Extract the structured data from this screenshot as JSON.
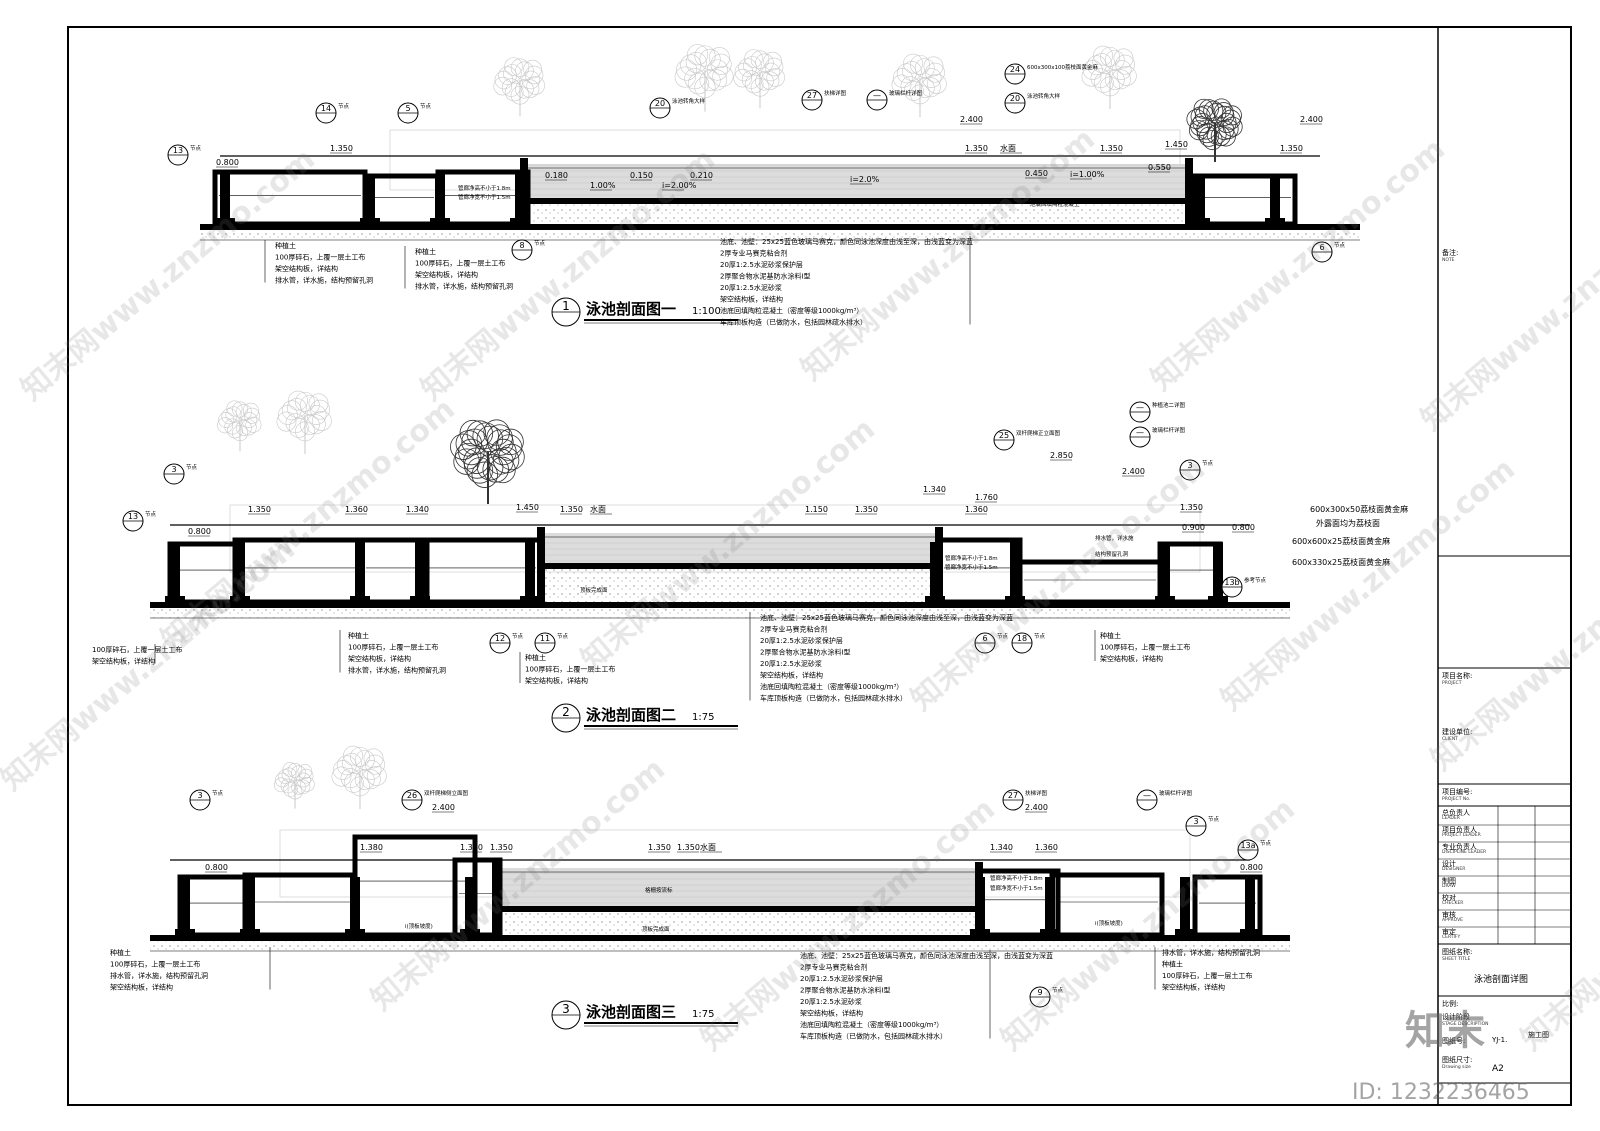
{
  "colors": {
    "ink": "#000000",
    "water": "#d9d9d9",
    "hatch": "#9a9a9a",
    "watermark": "#b0b0b0"
  },
  "sections": [
    {
      "num": "1",
      "title": "泳池剖面图一",
      "scale": "1:100",
      "dims": [
        "0.800",
        "1.350",
        "0.180",
        "1.00%",
        "0.150",
        "i=2.00%",
        "0.210",
        "i=2.0%",
        "1.350",
        "水面",
        "i=1.00%",
        "1.350",
        "2.400",
        "0.450",
        "0.550",
        "1.450",
        "1.350",
        "2.400"
      ],
      "bubbles": [
        {
          "n": "13",
          "s": "节点"
        },
        {
          "n": "14",
          "s": "节点"
        },
        {
          "n": "5",
          "s": "节点"
        },
        {
          "n": "20",
          "s": "泳池转角大样"
        },
        {
          "n": "27",
          "s": "扶梯详图"
        },
        {
          "n": "—",
          "s": "玻璃栏杆详图"
        },
        {
          "n": "24",
          "s": "600x300x100荔枝面黄金麻"
        },
        {
          "n": "20",
          "s": "泳池转角大样"
        },
        {
          "n": "8",
          "s": "节点"
        },
        {
          "n": "6",
          "s": "节点"
        }
      ],
      "small": [
        "管廊净高不小于1.8m",
        "管廊净宽不小于1.5m",
        "池底回填陶粒混凝土"
      ],
      "notes_left": [
        "种植土",
        "100厚碎石，上覆一层土工布",
        "架空结构板，详结构",
        "排水管，详水施，结构预留孔洞"
      ],
      "notes_mid": [
        "种植土",
        "100厚碎石，上覆一层土工布",
        "架空结构板，详结构",
        "排水管，详水施，结构预留孔洞"
      ],
      "notes_main": [
        "池底、池壁：25x25蓝色玻璃马赛克，颜色同泳池深度由浅至深，由浅蓝变为深蓝",
        "2厚专业马赛克粘合剂",
        "20厚1:2.5水泥砂浆保护层",
        "2厚聚合物水泥基防水涂料I型",
        "20厚1:2.5水泥砂浆",
        "架空结构板，详结构",
        "池底回填陶粒混凝土（密度等级1000kg/m³）",
        "车库顶板构造（已做防水，包括园林疏水排水）"
      ]
    },
    {
      "num": "2",
      "title": "泳池剖面图二",
      "scale": "1:75",
      "dims": [
        "0.800",
        "1.350",
        "1.360",
        "1.340",
        "1.450",
        "1.350",
        "水面",
        "1.150",
        "1.350",
        "1.340",
        "1.760",
        "1.360",
        "2.850",
        "2.400",
        "1.350",
        "0.900",
        "0.800"
      ],
      "bubbles": [
        {
          "n": "3",
          "s": "节点"
        },
        {
          "n": "13",
          "s": "节点"
        },
        {
          "n": "25",
          "s": "双杆爬梯正立面图"
        },
        {
          "n": "—",
          "s": "种植池二详图"
        },
        {
          "n": "—",
          "s": "玻璃栏杆详图"
        },
        {
          "n": "3",
          "s": "节点"
        },
        {
          "n": "12",
          "s": "节点"
        },
        {
          "n": "11",
          "s": "节点"
        },
        {
          "n": "6",
          "s": "节点"
        },
        {
          "n": "18",
          "s": "节点"
        },
        {
          "n": "13b",
          "s": "参考节点"
        }
      ],
      "small": [
        "管廊净高不小于1.8m",
        "管廊净宽不小于1.5m",
        "顶板完成面",
        "排水管，详水施",
        "结构预留孔洞"
      ],
      "right_labels": [
        "600x300x50荔枝面黄金麻",
        "外露面均为荔枝面",
        "600x600x25荔枝面黄金麻",
        "600x330x25荔枝面黄金麻"
      ],
      "notes_left": [
        "100厚碎石，上覆一层土工布",
        "架空结构板，详结构"
      ],
      "notes_mid": [
        "种植土",
        "100厚碎石，上覆一层土工布",
        "架空结构板，详结构",
        "排水管，详水施，结构预留孔洞"
      ],
      "notes_mid2": [
        "种植土",
        "100厚碎石，上覆一层土工布",
        "架空结构板，详结构"
      ],
      "notes_right": [
        "种植土",
        "100厚碎石，上覆一层土工布",
        "架空结构板，详结构"
      ],
      "notes_main": [
        "池底、池壁：25x25蓝色玻璃马赛克，颜色同泳池深度由浅至深，由浅蓝变为深蓝",
        "2厚专业马赛克粘合剂",
        "20厚1:2.5水泥砂浆保护层",
        "2厚聚合物水泥基防水涂料I型",
        "20厚1:2.5水泥砂浆",
        "架空结构板，详结构",
        "池底回填陶粒混凝土（密度等级1000kg/m³）",
        "车库顶板构造（已做防水，包括园林疏水排水）"
      ]
    },
    {
      "num": "3",
      "title": "泳池剖面图三",
      "scale": "1:75",
      "dims": [
        "0.800",
        "1.380",
        "2.400",
        "1.340",
        "1.350",
        "1.350",
        "1.350",
        "水面",
        "2.400",
        "1.340",
        "1.360",
        "0.800"
      ],
      "bubbles": [
        {
          "n": "3",
          "s": "节点"
        },
        {
          "n": "26",
          "s": "双杆爬梯侧立面图"
        },
        {
          "n": "27",
          "s": "扶梯详图"
        },
        {
          "n": "—",
          "s": "玻璃栏杆详图"
        },
        {
          "n": "3",
          "s": "节点"
        },
        {
          "n": "13a",
          "s": "节点"
        },
        {
          "n": "9",
          "s": "节点"
        }
      ],
      "small": [
        "管廊净高不小于1.8m",
        "管廊净宽不小于1.5m",
        "顶板完成面",
        "i(顶板坡度)",
        "格栅按流标",
        "i(顶板坡度)"
      ],
      "notes_left": [
        "种植土",
        "100厚碎石，上覆一层土工布",
        "排水管，详水施，结构预留孔洞",
        "架空结构板，详结构"
      ],
      "notes_right": [
        "排水管，详水施，结构预留孔洞",
        "种植土",
        "100厚碎石，上覆一层土工布",
        "架空结构板，详结构"
      ],
      "notes_main": [
        "池底、池壁：25x25蓝色玻璃马赛克，颜色同泳池深度由浅至深，由浅蓝变为深蓝",
        "2厚专业马赛克粘合剂",
        "20厚1:2.5水泥砂浆保护层",
        "2厚聚合物水泥基防水涂料I型",
        "20厚1:2.5水泥砂浆",
        "架空结构板，详结构",
        "池底回填陶粒混凝土（密度等级1000kg/m³）",
        "车库顶板构造（已做防水，包括园林疏水排水）"
      ]
    }
  ],
  "titleblock": {
    "note_label": "备注:",
    "note_sub": "NOTE",
    "project_label": "项目名称:",
    "project_sub": "PROJECT",
    "client_label": "建设单位:",
    "client_sub": "CLIENT",
    "projno_label": "项目编号:",
    "projno_sub": "PROJECT No.",
    "roles": [
      {
        "cn": "总负责人",
        "en": "LEADER"
      },
      {
        "cn": "项目负责人",
        "en": "PROJECT LEADER"
      },
      {
        "cn": "专业负责人",
        "en": "DISCIPLINE LEADER"
      },
      {
        "cn": "设计",
        "en": "DESIGNER"
      },
      {
        "cn": "制图",
        "en": "DRAW"
      },
      {
        "cn": "校对",
        "en": "CHECKER"
      },
      {
        "cn": "审核",
        "en": "APPROVE"
      },
      {
        "cn": "审定",
        "en": "CERTIFY"
      }
    ],
    "sheet_label": "图纸名称:",
    "sheet_sub": "SHEET TITLE",
    "sheet_title": "泳池剖面详图",
    "scale_label": "比例:",
    "stage_label": "设计阶段",
    "stage_sub": "STAGE DESCRIPTION",
    "stage": "施工图",
    "drawing_no_label": "图纸号:",
    "drawing_no": "YJ-1.",
    "size_label": "图纸尺寸:",
    "size_sub": "Drawing size",
    "size": "A2"
  },
  "watermarks": {
    "brand": "知末网www.znzmo.com",
    "logo": "知末",
    "id": "ID: 1232236465"
  }
}
